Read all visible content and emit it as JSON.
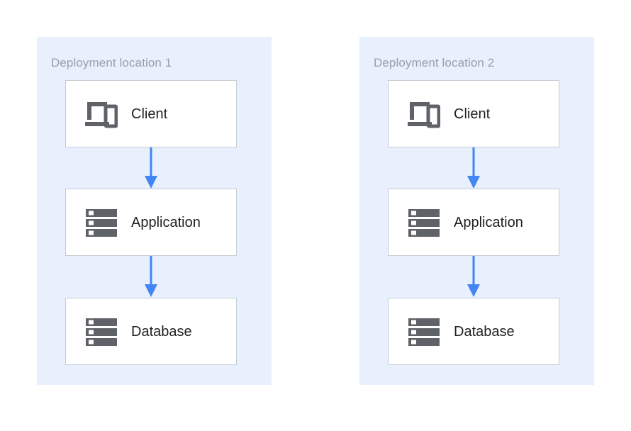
{
  "diagram": {
    "type": "architecture-deployment",
    "background_color": "#ffffff",
    "panel_color": "#e8f0fe",
    "card_color": "#ffffff",
    "card_border_color": "#c6ccd4",
    "arrow_color": "#4285f4",
    "title_color": "#9aa0a6",
    "label_color": "#202124",
    "icon_color": "#5f6368",
    "panels": [
      {
        "title": "Deployment location 1",
        "nodes": [
          {
            "label": "Client",
            "icon": "devices-icon"
          },
          {
            "label": "Application",
            "icon": "server-stack-icon"
          },
          {
            "label": "Database",
            "icon": "server-stack-icon"
          }
        ],
        "connections": [
          {
            "from": "Client",
            "to": "Application",
            "direction": "down"
          },
          {
            "from": "Application",
            "to": "Database",
            "direction": "down"
          }
        ]
      },
      {
        "title": "Deployment location 2",
        "nodes": [
          {
            "label": "Client",
            "icon": "devices-icon"
          },
          {
            "label": "Application",
            "icon": "server-stack-icon"
          },
          {
            "label": "Database",
            "icon": "server-stack-icon"
          }
        ],
        "connections": [
          {
            "from": "Client",
            "to": "Application",
            "direction": "down"
          },
          {
            "from": "Application",
            "to": "Database",
            "direction": "down"
          }
        ]
      }
    ]
  }
}
